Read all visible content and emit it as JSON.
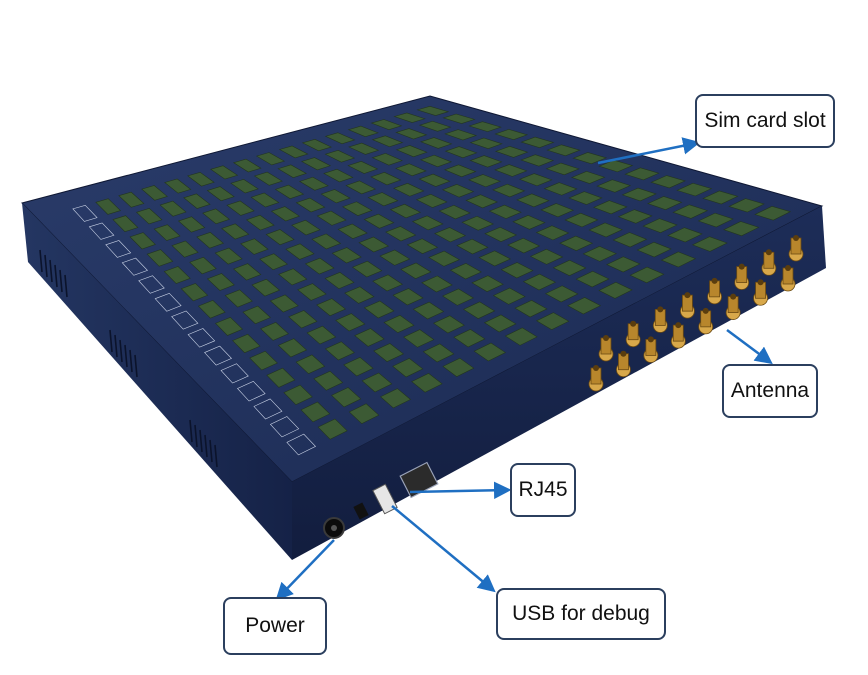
{
  "labels": {
    "sim_card_slot": "Sim card slot",
    "antenna": "Antenna",
    "rj45": "RJ45",
    "usb": "USB for debug",
    "power": "Power"
  },
  "colors": {
    "chassis_top": "#1e2f58",
    "chassis_front": "#16244a",
    "slot_green": "#3c5a34",
    "arrow_blue": "#1f6fc2",
    "callout_border": "#2b3f5e",
    "connector_gold": "#b8862c"
  }
}
